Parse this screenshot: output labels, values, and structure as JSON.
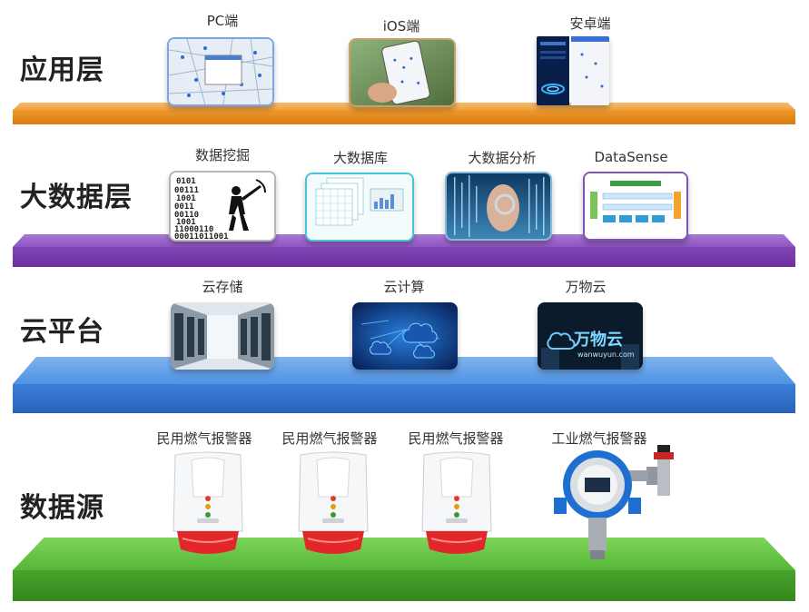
{
  "layers": {
    "app": {
      "title": "应用层",
      "items": [
        "PC端",
        "iOS端",
        "安卓端"
      ]
    },
    "bigdata": {
      "title": "大数据层",
      "items": [
        "数据挖掘",
        "大数据库",
        "大数据分析",
        "DataSense"
      ],
      "mining_binary": [
        "0101",
        "00111",
        "1001",
        "0011",
        "00110",
        "1001",
        "11000110",
        "00011011001"
      ]
    },
    "cloud": {
      "title": "云平台",
      "items": [
        "云存储",
        "云计算",
        "万物云"
      ],
      "wanwuyun_logo": "万物云",
      "wanwuyun_url": "wanwuyun.com"
    },
    "source": {
      "title": "数据源",
      "items": [
        "民用燃气报警器",
        "民用燃气报警器",
        "民用燃气报警器",
        "工业燃气报警器"
      ]
    }
  },
  "colors": {
    "app_platform": "#e98c1c",
    "bigdata_platform": "#7a3fae",
    "cloud_platform": "#2f74d6",
    "source_platform": "#43a629"
  }
}
